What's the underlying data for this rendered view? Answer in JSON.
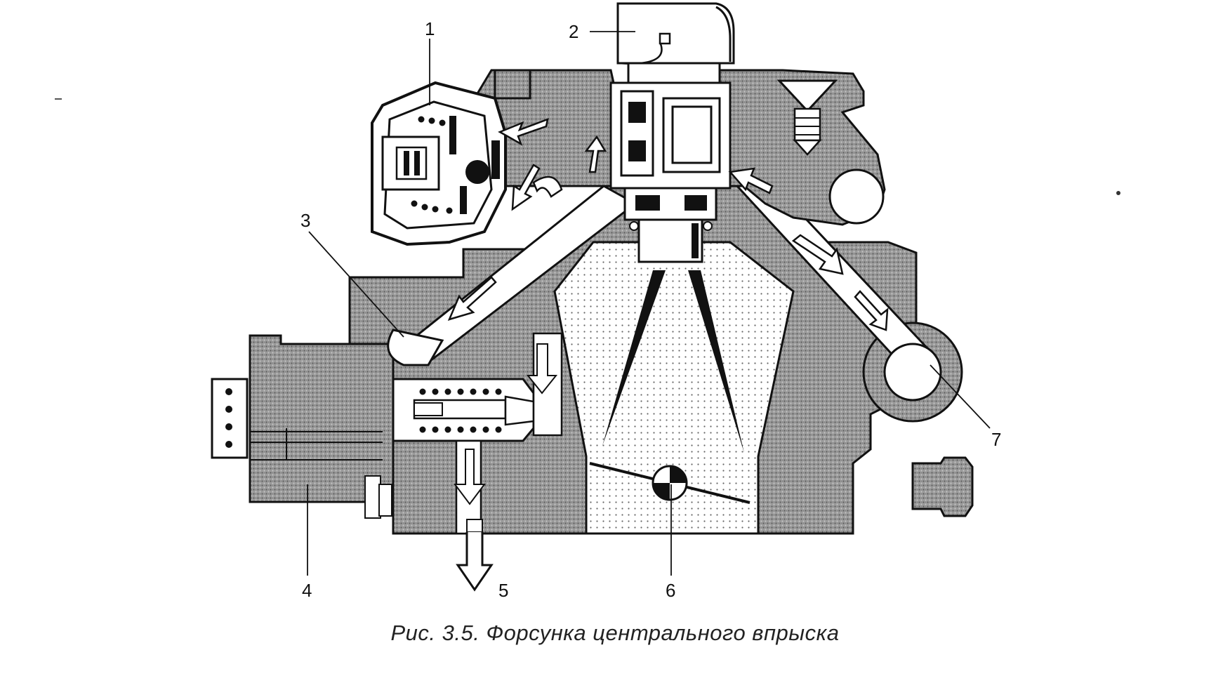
{
  "labels": {
    "l1": "1",
    "l2": "2",
    "l3": "3",
    "l4": "4",
    "l5": "5",
    "l6": "6",
    "l7": "7"
  },
  "caption": "Рис. 3.5. Форсунка центрального впрыска"
}
